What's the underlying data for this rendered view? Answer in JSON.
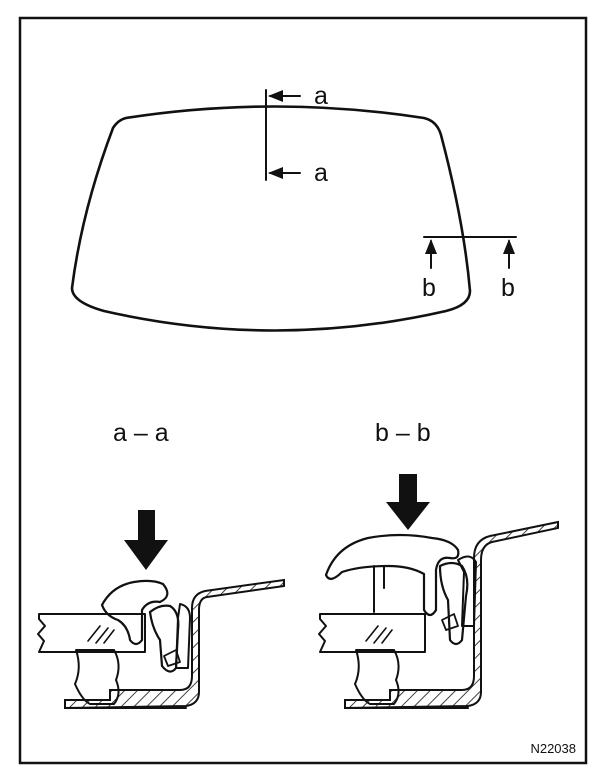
{
  "labels": {
    "section_a_top": "a",
    "section_a_bottom": "a",
    "section_b_left": "b",
    "section_b_right": "b",
    "title_a": "a – a",
    "title_b": "b – b",
    "figure_code": "N22038"
  },
  "colors": {
    "ink": "#111111",
    "paper": "#ffffff"
  },
  "icons": {
    "press_arrow": "down-arrow-icon",
    "section_arrow": "left-arrow-icon"
  }
}
